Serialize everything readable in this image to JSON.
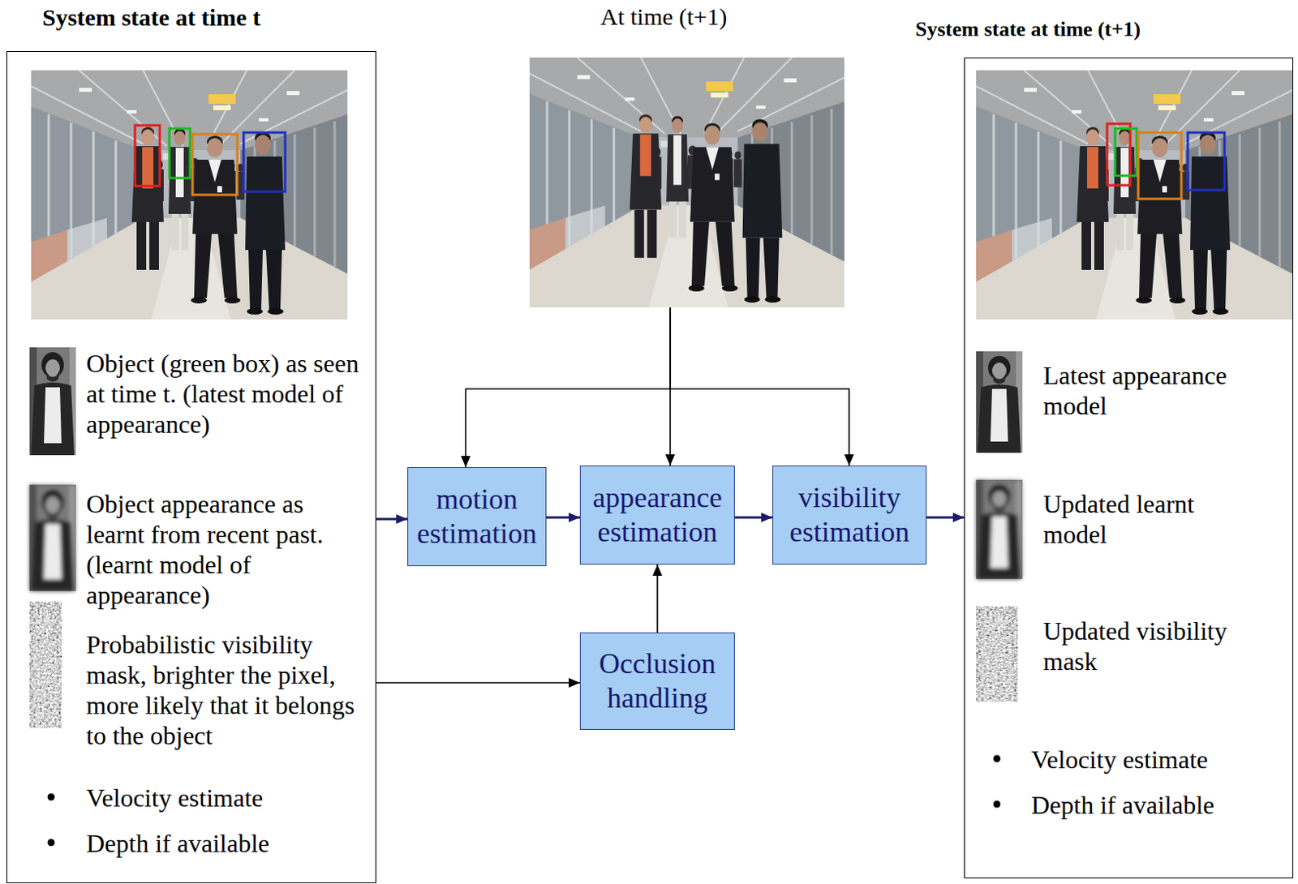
{
  "diagram": {
    "nodes": [
      {
        "text": [
          "System state at time t",
          "Object (green box) as seen at time t. (latest model of appearance)",
          "Object appearance as learnt from recent past. (learnt model of appearance)",
          "Probabilistic visibility mask, brighter the pixel, more likely that it belongs to the object",
          "Velocity estimate",
          "Depth if available"
        ]
      },
      {
        "text": [
          "At time (t+1)"
        ]
      },
      {
        "text": [
          "System state at time (t+1)",
          "Latest appearance model",
          "Updated learnt model",
          "Updated visibility mask",
          "Velocity estimate",
          "Depth if available"
        ]
      },
      {
        "text": [
          "motion estimation"
        ]
      },
      {
        "text": [
          "appearance estimation"
        ]
      },
      {
        "text": [
          "visibility estimation"
        ]
      },
      {
        "text": [
          "Occlusion handling"
        ]
      }
    ],
    "edges": [
      {
        "from": 0,
        "to": 3,
        "arrow": "to"
      },
      {
        "from": 0,
        "to": 6,
        "arrow": "to"
      },
      {
        "from": 1,
        "to": 3,
        "arrow": "to"
      },
      {
        "from": 1,
        "to": 4,
        "arrow": "to"
      },
      {
        "from": 1,
        "to": 5,
        "arrow": "to"
      },
      {
        "from": 3,
        "to": 4,
        "arrow": "to"
      },
      {
        "from": 4,
        "to": 5,
        "arrow": "to"
      },
      {
        "from": 5,
        "to": 2,
        "arrow": "to"
      },
      {
        "from": 6,
        "to": 4,
        "arrow": "to"
      }
    ]
  }
}
